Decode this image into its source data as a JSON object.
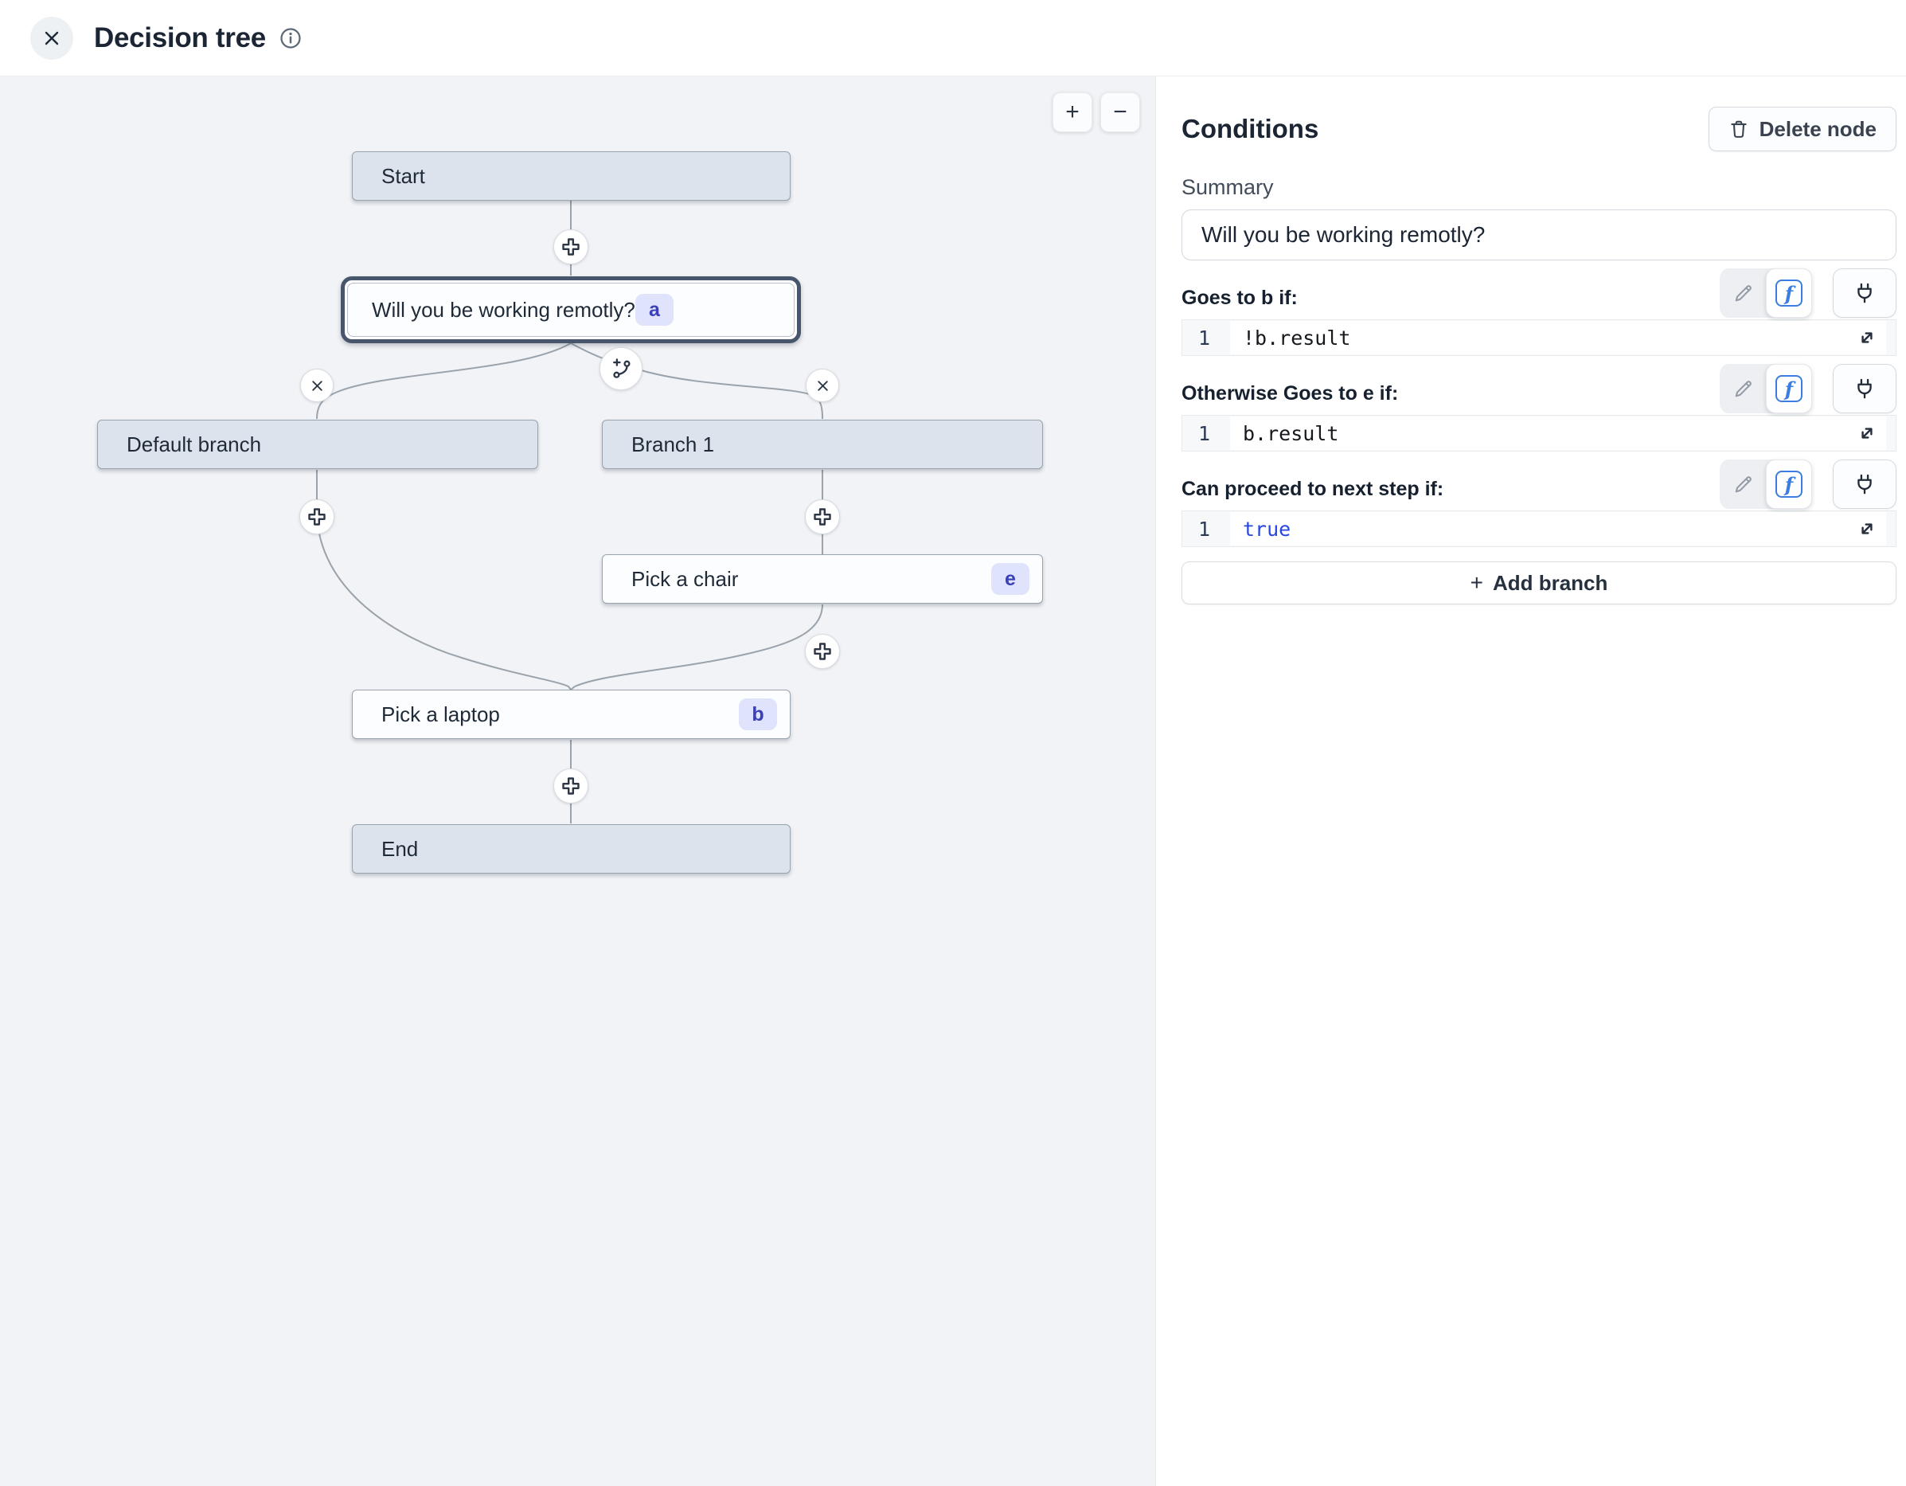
{
  "header": {
    "title": "Decision tree",
    "close_glyph": "✕"
  },
  "canvas": {
    "zoom_in_glyph": "+",
    "zoom_out_glyph": "−",
    "nodes": [
      {
        "id": "start",
        "label": "Start",
        "badge": "",
        "style": "gray"
      },
      {
        "id": "question",
        "label": "Will you be working remotly?",
        "badge": "a",
        "style": "selected"
      },
      {
        "id": "default-branch",
        "label": "Default branch",
        "badge": "",
        "style": "gray"
      },
      {
        "id": "branch-1",
        "label": "Branch 1",
        "badge": "",
        "style": "gray"
      },
      {
        "id": "pick-chair",
        "label": "Pick a chair",
        "badge": "e",
        "style": "white"
      },
      {
        "id": "pick-laptop",
        "label": "Pick a laptop",
        "badge": "b",
        "style": "white"
      },
      {
        "id": "end",
        "label": "End",
        "badge": "",
        "style": "gray"
      }
    ],
    "edges": [
      {
        "from": "start",
        "to": "question"
      },
      {
        "from": "question",
        "to": "default-branch"
      },
      {
        "from": "question",
        "to": "branch-1"
      },
      {
        "from": "branch-1",
        "to": "pick-chair"
      },
      {
        "from": "default-branch",
        "to": "pick-laptop"
      },
      {
        "from": "pick-chair",
        "to": "pick-laptop"
      },
      {
        "from": "pick-laptop",
        "to": "end"
      }
    ]
  },
  "panel": {
    "title": "Conditions",
    "delete_button_label": "Delete node",
    "summary_label": "Summary",
    "summary_value": "Will you be working remotly?",
    "sections": [
      {
        "label": "Goes to b if:",
        "line_number": "1",
        "code": "!b.result"
      },
      {
        "label": "Otherwise Goes to e if:",
        "line_number": "1",
        "code": "b.result"
      },
      {
        "label": "Can proceed to next step if:",
        "line_number": "1",
        "code": "true"
      }
    ],
    "add_branch_plus": "+",
    "add_branch_label": "Add branch"
  },
  "icons": {
    "close": "x-icon",
    "info": "info-circle-icon",
    "trash": "trash-icon",
    "pencil": "pencil-icon",
    "fx": "function-icon",
    "plug": "plug-icon",
    "expand": "expand-diagonal-icon",
    "add_node": "plus-icon",
    "add_branch_edge": "git-branch-plus-icon",
    "delete_edge": "x-icon"
  },
  "colors": {
    "canvas_bg": "#f1f3f6",
    "node_gray_bg": "#dce3ec",
    "node_border": "#9aa4ae",
    "selected_border": "#47566c",
    "badge_bg": "#dfe3fb",
    "badge_text": "#3a40b5",
    "edge_stroke": "#9aa2ab",
    "accent_blue": "#3b7ce2",
    "code_keyword_blue": "#2946e0",
    "text_dark": "#1b2533"
  }
}
